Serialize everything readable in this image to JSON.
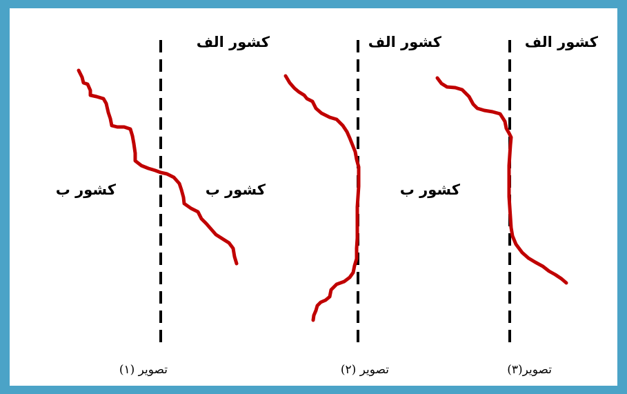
{
  "colors": {
    "frame": "#4ba3c7",
    "border_line": "#c00000",
    "divider": "#000000"
  },
  "labels": {
    "country_a": "کشور الف",
    "country_b": "کشور ب"
  },
  "captions": [
    "تصویر (۱)",
    "تصویر (۲)",
    "تصویر(۳)"
  ]
}
